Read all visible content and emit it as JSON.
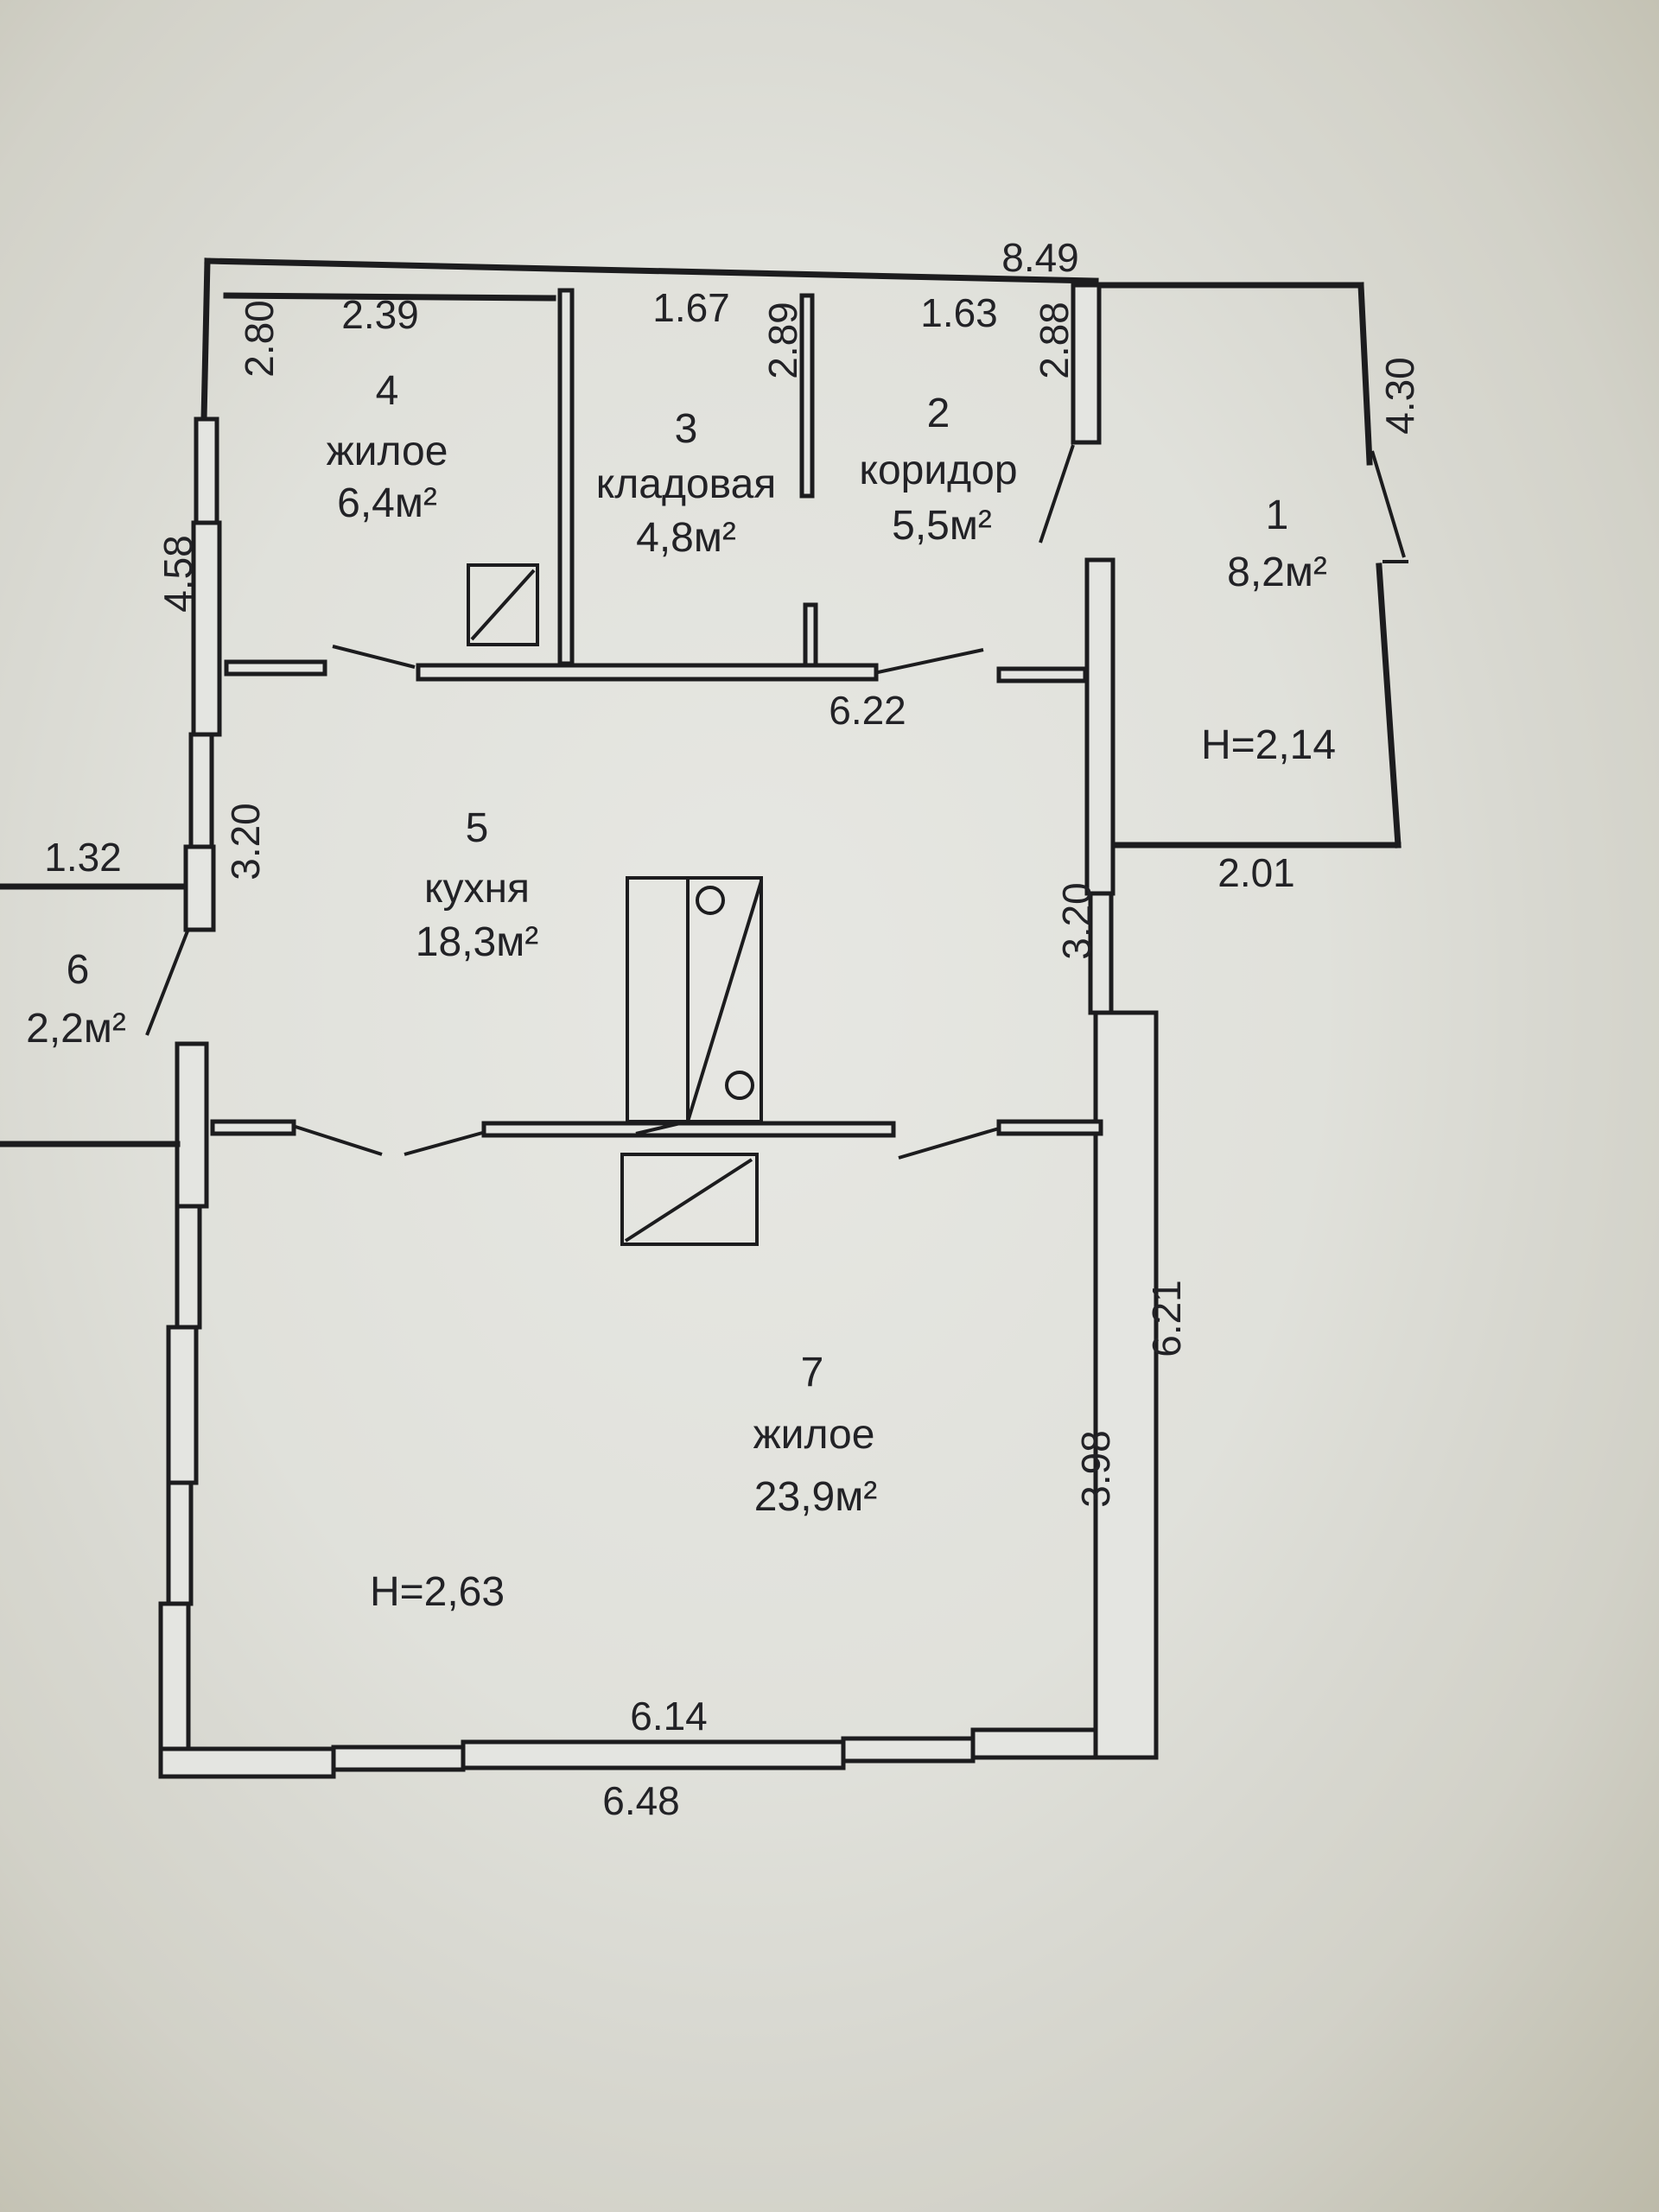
{
  "rooms": [
    {
      "num": "1",
      "area": "8,2м²"
    },
    {
      "num": "2",
      "name": "коридор",
      "area": "5,5м²"
    },
    {
      "num": "3",
      "name": "кладовая",
      "area": "4,8м²"
    },
    {
      "num": "4",
      "name": "жилое",
      "area": "6,4м²"
    },
    {
      "num": "5",
      "name": "кухня",
      "area": "18,3м²"
    },
    {
      "num": "6",
      "area": "2,2м²"
    },
    {
      "num": "7",
      "name": "жилое",
      "area": "23,9м²"
    }
  ],
  "heights": {
    "veranda": "H=2,14",
    "main": "H=2,63"
  },
  "dimensions": {
    "top_total": "8.49",
    "room4_width": "2.39",
    "room4_height": "2.80",
    "room3_width": "1.67",
    "room3_height": "2.89",
    "room2_width": "1.63",
    "room2_height": "2.88",
    "veranda_height": "4.30",
    "veranda_width": "2.01",
    "left_upper": "4.58",
    "corridor_wall": "6.22",
    "kitchen_left": "3.20",
    "kitchen_right": "3.20",
    "porch_width": "1.32",
    "right_total": "6.21",
    "room7_right": "3.98",
    "bottom_inner": "6.14",
    "bottom_outer": "6.48"
  }
}
